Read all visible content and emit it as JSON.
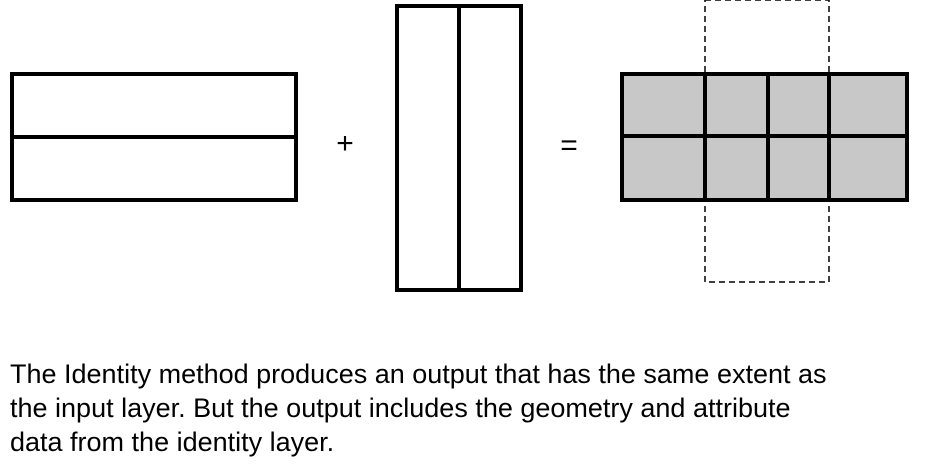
{
  "colors": {
    "stroke": "#000000",
    "output_fill": "#c8c8c8",
    "background": "#ffffff",
    "dashed_outline": "#000000"
  },
  "diagram": {
    "input_layer": {
      "rows": 2,
      "columns": 1
    },
    "identity_layer": {
      "rows": 1,
      "columns": 2
    },
    "plus_sign": "+",
    "equals_sign": "=",
    "output": {
      "rows": 2,
      "columns": 4,
      "filled": true,
      "dashed_identity_outline": true
    }
  },
  "caption": {
    "lines": [
      "The Identity method produces an output that has the same extent as",
      "the input layer. But the output includes the geometry and attribute",
      "data from the identity layer."
    ]
  }
}
